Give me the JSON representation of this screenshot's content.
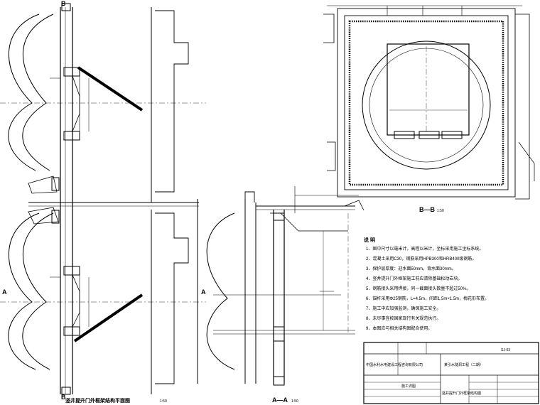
{
  "sheet": {
    "view_left_title": "竖井提升门外框架结构平面图",
    "view_left_scale": "1:50",
    "section_aa_title": "A—A",
    "section_aa_scale": "1:50",
    "section_bb_title": "B—B",
    "section_bb_scale": "1:50",
    "marker_a": "A",
    "marker_b": "B"
  },
  "notes": {
    "heading": "说 明",
    "items": [
      "1、图中尺寸以毫米计，高程以米计，坐标采用施工坐标系统。",
      "2、混凝土采用C30，钢筋采用HPB300和HRB400级钢筋。",
      "3、保护层厚度：迎水面50mm，背水面30mm。",
      "4、竖井提升门外框架施工前应清除基础松动岩块。",
      "5、钢筋接头采用焊接，同一截面接头数量不超过50%。",
      "6、锚杆采用Φ25钢筋，L=4.5m，间距1.5m×1.5m，梅花形布置。",
      "7、施工中应加强监测，确保施工安全。",
      "8、未尽事宜按国家现行有关规范执行。",
      "9、本图应与相关结构图配合使用。"
    ]
  },
  "title_block": {
    "company": "中国水利水电建设工程咨询有限公司",
    "project": "某引水隧洞工程（二期）",
    "drawing_title": "竖井提升门外框架结构图",
    "stage": "施工详图",
    "drawing_no": "SJ-03"
  },
  "colors": {
    "line": "#000000",
    "paper": "#ffffff"
  }
}
